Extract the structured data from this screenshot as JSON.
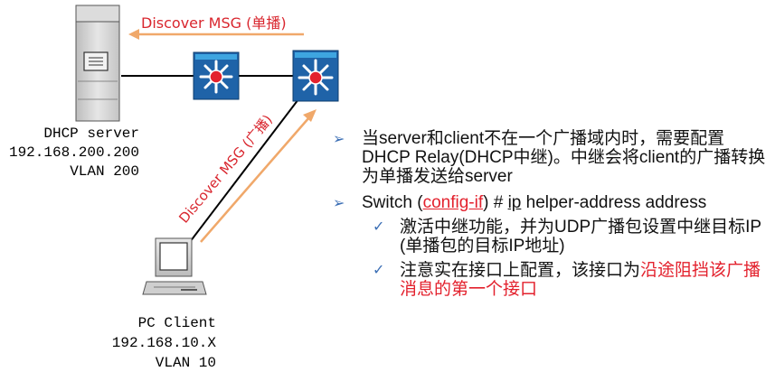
{
  "colors": {
    "switch_blue": "#1f63a8",
    "switch_highlight": "#3ea5e0",
    "switch_center": "#e3212d",
    "arrow_orange": "#f0a86a",
    "msg_red": "#d9262e",
    "server_gray": "#cfcfcf"
  },
  "diagram": {
    "msg_unicast": "Discover MSG (单播)",
    "msg_broadcast": "Discover MSG (广播)",
    "server": {
      "name": "DHCP server",
      "ip": "192.168.200.200",
      "vlan": "VLAN 200",
      "icon": "server-tower-icon"
    },
    "client": {
      "name": "PC Client",
      "ip": "192.168.10.X",
      "vlan": "VLAN 10",
      "icon": "desktop-computer-icon"
    },
    "switch_icon": "layer3-switch-icon"
  },
  "bullets": {
    "item1": "当server和client不在一个广播域内时，需要配置DHCP Relay(DHCP中继)。中继会将client的广播转换为单播发送给server",
    "item2_a": "Switch (",
    "item2_b": "config-if",
    "item2_c": ") # ",
    "item2_d": "ip",
    "item2_e": " helper-address address",
    "sub1": "激活中继功能，并为UDP广播包设置中继目标IP (单播包的目标IP地址)",
    "sub2_a": "注意实在接口上配置，该接口为",
    "sub2_b": "沿途阻挡该广播消息的第一个接口"
  },
  "markers": {
    "level1": "➢",
    "level2": "✓"
  }
}
